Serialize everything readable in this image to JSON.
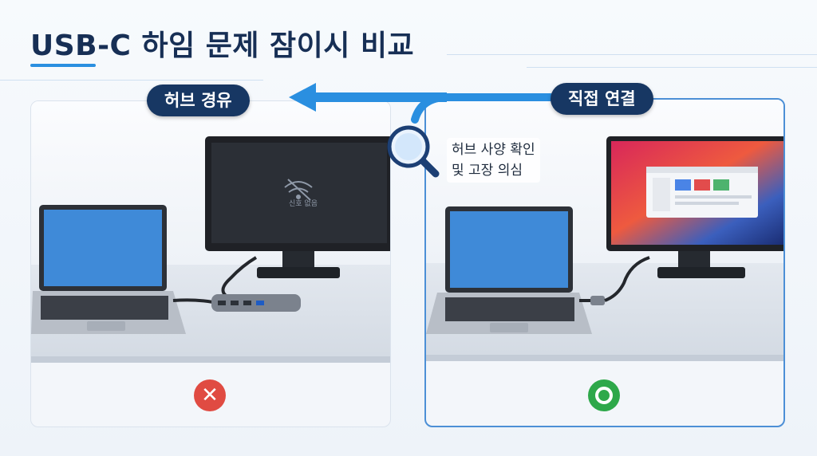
{
  "title": "USB-C 하임 문제 잠이시 비교",
  "left": {
    "label": "허브 경유",
    "monitor_status": "신호 없음",
    "result_symbol": "✕",
    "result_color": "#e04b42"
  },
  "right": {
    "label": "직접 연결",
    "result_color": "#2ea84a"
  },
  "callout": {
    "line1": "허브 사양 확인",
    "line2": "및 고장 의심"
  },
  "colors": {
    "title": "#172f55",
    "pill": "#173763",
    "arrow": "#2a8fe0",
    "accent_border": "#4c8fd6"
  },
  "icons": [
    "no-signal-icon",
    "magnifier-icon",
    "x-icon",
    "circle-check-icon",
    "arrow-left-icon"
  ]
}
